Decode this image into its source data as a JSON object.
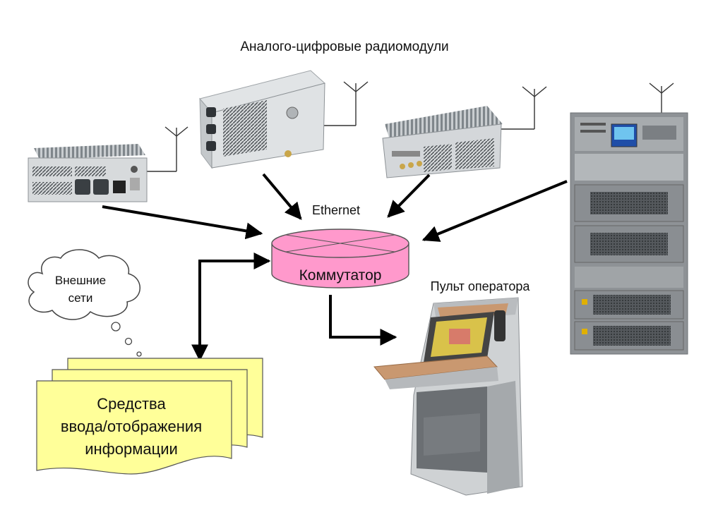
{
  "title": "Аналого-цифровые радиомодули",
  "labels": {
    "ethernet": "Ethernet",
    "switch": "Коммутатор",
    "operator_console": "Пульт оператора",
    "external_networks_line1": "Внешние",
    "external_networks_line2": "сети",
    "io_means_line1": "Средства",
    "io_means_line2": "ввода/отображения",
    "io_means_line3": "информации"
  },
  "colors": {
    "switch_fill": "#ff99cc",
    "document_fill": "#ffff99",
    "arrow": "#000000",
    "device_metal": "#cfd3d6",
    "rack": "#8a8e92"
  }
}
